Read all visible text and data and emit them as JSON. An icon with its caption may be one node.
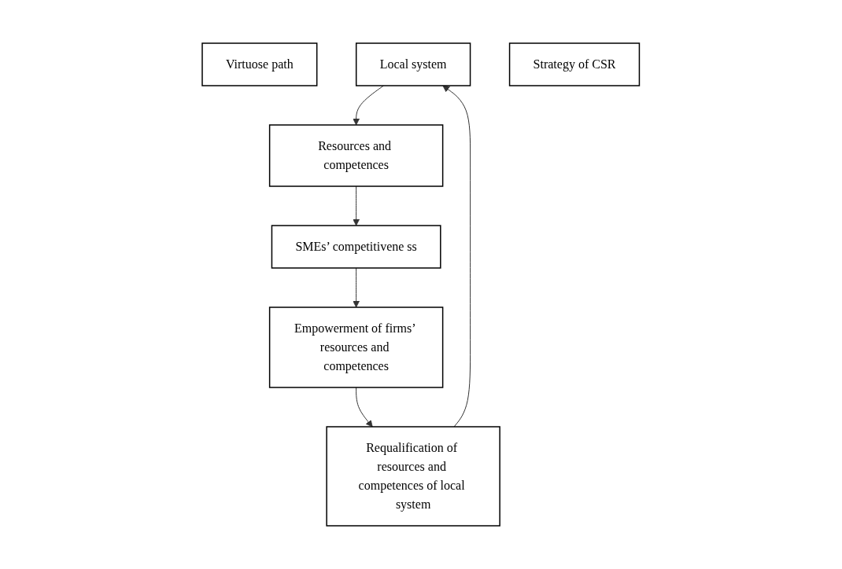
{
  "diagram": {
    "nodes": [
      {
        "text": [
          "Virtuose path"
        ]
      },
      {
        "text": [
          "Local system"
        ]
      },
      {
        "text": [
          "Resources and competences"
        ]
      },
      {
        "text": [
          "Requalification of resources and competences of local system"
        ]
      },
      {
        "text": [
          "Empowerment of firms’ resources and competences"
        ]
      },
      {
        "text": [
          "SMEs’ competitivene ss"
        ]
      },
      {
        "text": [
          "Strategy of CSR"
        ]
      }
    ],
    "edges": [
      {
        "from": 1,
        "to": 2,
        "arrow": "to"
      },
      {
        "from": 2,
        "to": 5,
        "arrow": "to"
      },
      {
        "from": 3,
        "to": 1,
        "arrow": "to"
      },
      {
        "from": 4,
        "to": 3,
        "arrow": "to"
      },
      {
        "from": 5,
        "to": 4,
        "arrow": "to"
      }
    ]
  }
}
